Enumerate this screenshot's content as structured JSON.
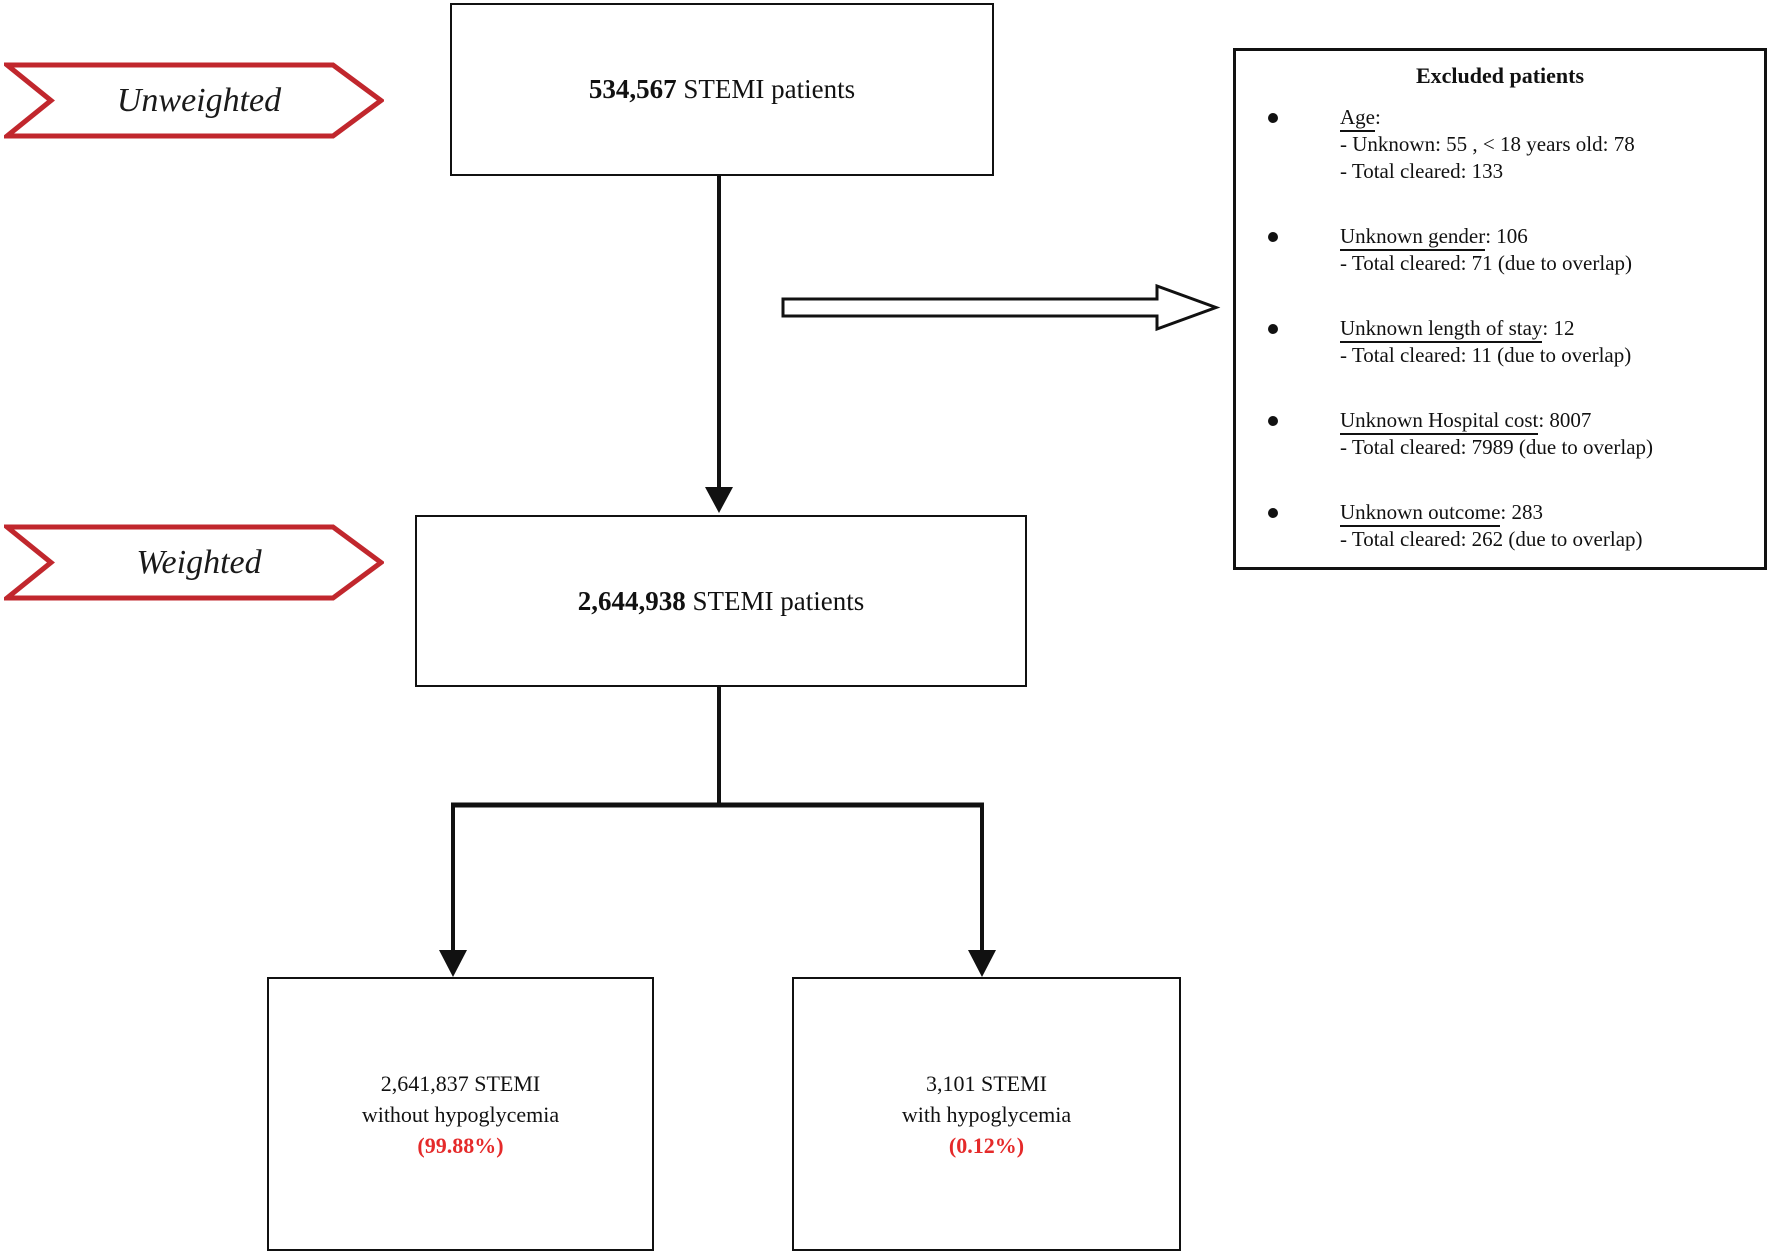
{
  "banners": {
    "unweighted": "Unweighted",
    "weighted": "Weighted"
  },
  "boxes": {
    "total": {
      "count": "534,567",
      "label": "STEMI patients"
    },
    "weighted_total": {
      "count": "2,644,938",
      "label": "STEMI patients"
    },
    "no_hypoglycemia": {
      "line1": "2,641,837 STEMI",
      "line2": "without hypoglycemia",
      "percent": "(99.88%)"
    },
    "hypoglycemia": {
      "line1": "3,101 STEMI",
      "line2": "with hypoglycemia",
      "percent": "(0.12%)"
    }
  },
  "excluded": {
    "title": "Excluded patients",
    "items": [
      {
        "head_underline": "Age",
        "head_rest": ":",
        "details": [
          "- Unknown: 55 , < 18 years old: 78",
          "- Total cleared: 133"
        ]
      },
      {
        "head_underline": "Unknown gender",
        "head_rest": ": 106",
        "details": [
          "- Total cleared: 71 (due to overlap)"
        ]
      },
      {
        "head_underline": "Unknown length of stay",
        "head_rest": ": 12",
        "details": [
          "- Total cleared: 11 (due to overlap)"
        ]
      },
      {
        "head_underline": "Unknown Hospital cost",
        "head_rest": ": 8007",
        "details": [
          "- Total cleared: 7989 (due to overlap)"
        ]
      },
      {
        "head_underline": "Unknown outcome",
        "head_rest": ": 283",
        "details": [
          "- Total cleared: 262 (due to overlap)"
        ]
      }
    ]
  },
  "colors": {
    "accent_red": "#c1272d",
    "percent_red": "#e52a2a",
    "line_black": "#111111"
  }
}
